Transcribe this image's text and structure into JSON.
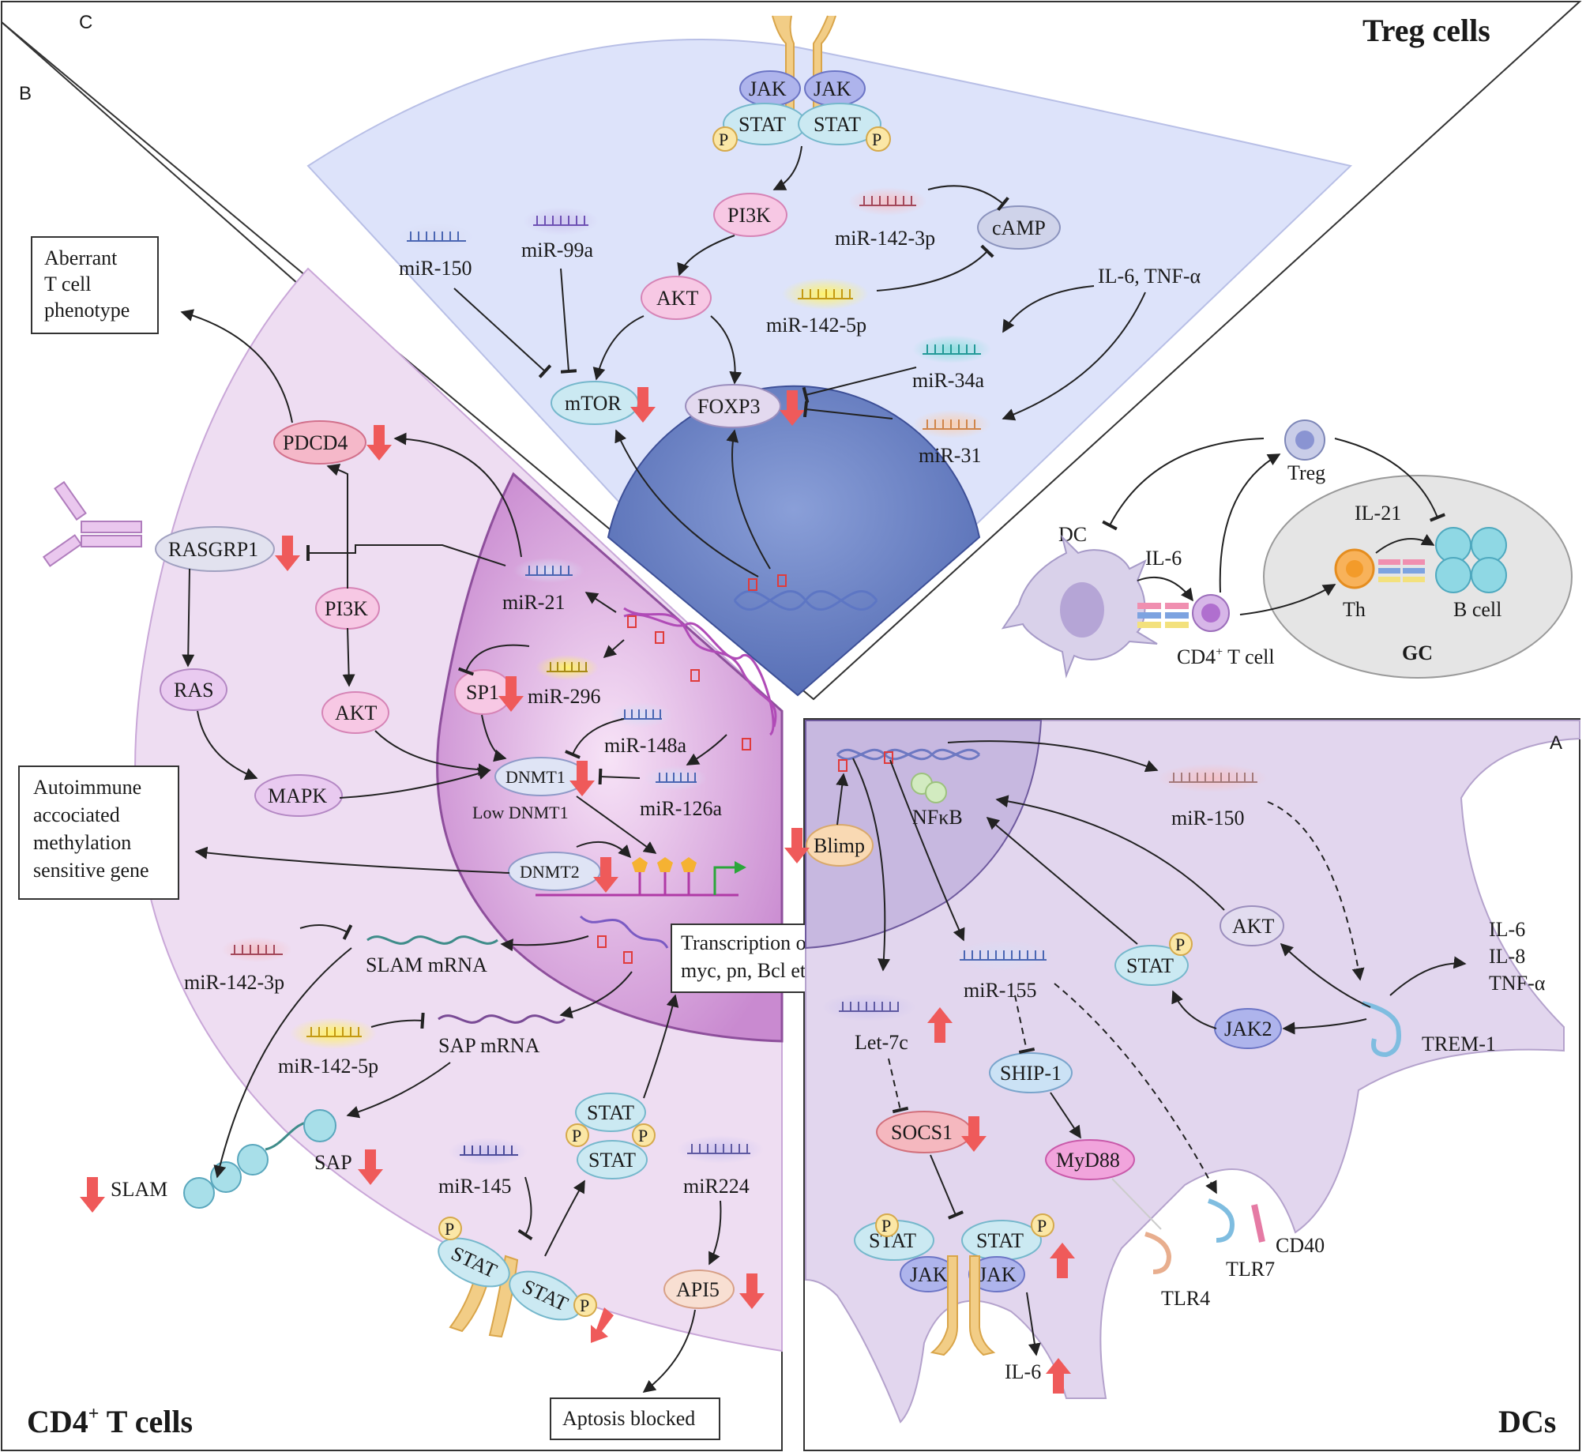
{
  "panels": {
    "c_letter": "C",
    "b_letter": "B",
    "a_letter": "A",
    "treg_title": "Treg cells",
    "cd4_title_main": "CD4",
    "cd4_title_sup": "+",
    "cd4_title_rest": " T cells",
    "dc_title": "DCs"
  },
  "treg": {
    "jak_left": "JAK",
    "jak_right": "JAK",
    "stat_left": "STAT",
    "stat_right": "STAT",
    "p": "P",
    "pi3k": "PI3K",
    "akt": "AKT",
    "mtor": "mTOR",
    "foxp3": "FOXP3",
    "mir150": "miR-150",
    "mir99a": "miR-99a",
    "mir1423p": "miR-142-3p",
    "camp": "cAMP",
    "mir1425p": "miR-142-5p",
    "il6tnf": "IL-6, TNF-α",
    "mir34a": "miR-34a",
    "mir31": "miR-31"
  },
  "gc": {
    "treg": "Treg",
    "dc": "DC",
    "il6": "IL-6",
    "il21": "IL-21",
    "th": "Th",
    "bcell": "B cell",
    "cd4": "CD4",
    "cd4_sup": "+",
    "cd4_rest": " T cell",
    "gc": "GC"
  },
  "cd4": {
    "aberrant": [
      "Aberrant",
      "T cell",
      "phenotype"
    ],
    "autoimmune": [
      "Autoimmune",
      "accociated",
      "methylation",
      "sensitive gene"
    ],
    "pdcd4": "PDCD4",
    "rasgrp1": "RASGRP1",
    "pi3k": "PI3K",
    "ras": "RAS",
    "akt": "AKT",
    "mapk": "MAPK",
    "mir21": "miR-21",
    "sp1": "SP1",
    "mir296": "miR-296",
    "mir148a": "miR-148a",
    "dnmt1": "DNMT1",
    "mir126a": "miR-126a",
    "low_dnmt1": "Low DNMT1",
    "dnmt2": "DNMT2",
    "mir1423p": "miR-142-3p",
    "slam_mrna": "SLAM mRNA",
    "mir1425p": "miR-142-5p",
    "sap_mrna": "SAP mRNA",
    "slam": "SLAM",
    "sap": "SAP",
    "stat": "STAT",
    "p": "P",
    "mir145": "miR-145",
    "mir224": "miR224",
    "api5": "API5",
    "aptosis": "Aptosis blocked"
  },
  "transcription": [
    "Transcription of",
    "myc, pn, Bcl etc."
  ],
  "dc": {
    "blimp": "Blimp",
    "nfkb": "NFκB",
    "mir150": "miR-150",
    "akt": "AKT",
    "stat": "STAT",
    "p": "P",
    "jak2": "JAK2",
    "trem1": "TREM-1",
    "cytokines": [
      "IL-6",
      "IL-8",
      "TNF-α"
    ],
    "mir155": "miR-155",
    "let7c": "Let-7c",
    "ship1": "SHIP-1",
    "socs1": "SOCS1",
    "myd88": "MyD88",
    "jak": "JAK",
    "il6": "IL-6",
    "tlr4": "TLR4",
    "tlr7": "TLR7",
    "cd40": "CD40"
  }
}
